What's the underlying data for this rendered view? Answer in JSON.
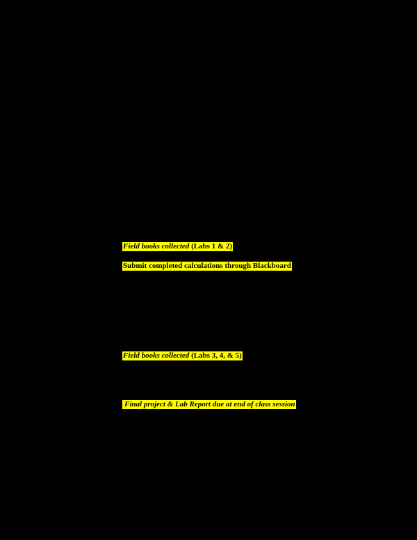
{
  "page": {
    "background_color": "#000000",
    "highlight_color": "#ffff00"
  },
  "schedule_notes": [
    {
      "italic_part": "Field books collected",
      "normal_part": " (Labs 1 & 2)"
    },
    {
      "italic_part": "",
      "normal_part": "Submit completed calculations through Blackboard"
    },
    {
      "italic_part": "Field books collected",
      "normal_part": " (Labs 3, 4, & 5)"
    },
    {
      "italic_part": "Final project & Lab Report due at end of class session",
      "normal_part": ""
    }
  ]
}
